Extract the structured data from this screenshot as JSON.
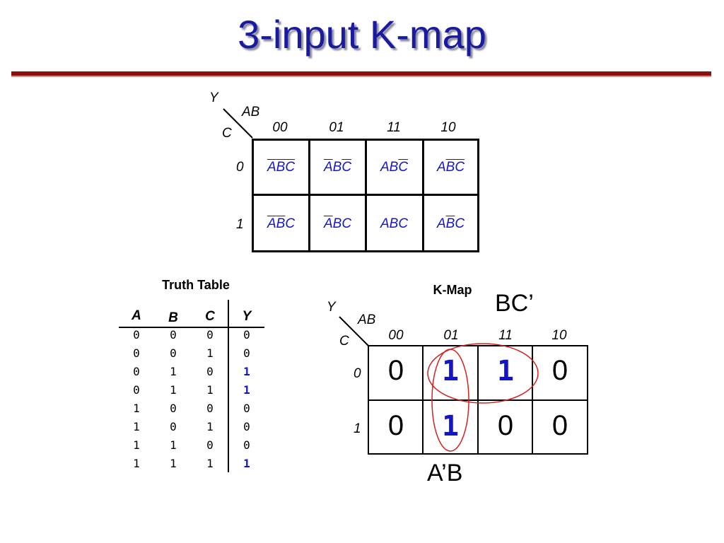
{
  "title": "3-input K-map",
  "kmap_expr": {
    "out_label": "Y",
    "row_var": "C",
    "col_var": "AB",
    "col_headers": [
      "00",
      "01",
      "11",
      "10"
    ],
    "row_headers": [
      "0",
      "1"
    ],
    "cells": [
      [
        {
          "a": "A",
          "b": "B",
          "c": "C",
          "na": true,
          "nb": true,
          "nc": true
        },
        {
          "a": "A",
          "b": "B",
          "c": "C",
          "na": true,
          "nb": false,
          "nc": true
        },
        {
          "a": "A",
          "b": "B",
          "c": "C",
          "na": false,
          "nb": false,
          "nc": true
        },
        {
          "a": "A",
          "b": "B",
          "c": "C",
          "na": false,
          "nb": true,
          "nc": true
        }
      ],
      [
        {
          "a": "A",
          "b": "B",
          "c": "C",
          "na": true,
          "nb": true,
          "nc": false
        },
        {
          "a": "A",
          "b": "B",
          "c": "C",
          "na": true,
          "nb": false,
          "nc": false
        },
        {
          "a": "A",
          "b": "B",
          "c": "C",
          "na": false,
          "nb": false,
          "nc": false
        },
        {
          "a": "A",
          "b": "B",
          "c": "C",
          "na": false,
          "nb": true,
          "nc": false
        }
      ]
    ]
  },
  "truth_table": {
    "title": "Truth Table",
    "headers": [
      "A",
      "B",
      "C",
      "Y"
    ],
    "rows": [
      [
        "0",
        "0",
        "0",
        "0"
      ],
      [
        "0",
        "0",
        "1",
        "0"
      ],
      [
        "0",
        "1",
        "0",
        "1"
      ],
      [
        "0",
        "1",
        "1",
        "1"
      ],
      [
        "1",
        "0",
        "0",
        "0"
      ],
      [
        "1",
        "0",
        "1",
        "0"
      ],
      [
        "1",
        "1",
        "0",
        "0"
      ],
      [
        "1",
        "1",
        "1",
        "1"
      ]
    ]
  },
  "kmap_values": {
    "title": "K-Map",
    "out_label": "Y",
    "row_var": "C",
    "col_var": "AB",
    "col_headers": [
      "00",
      "01",
      "11",
      "10"
    ],
    "row_headers": [
      "0",
      "1"
    ],
    "values": [
      [
        "0",
        "1",
        "1",
        "0"
      ],
      [
        "0",
        "1",
        "0",
        "0"
      ]
    ],
    "group_labels": {
      "horizontal": "BC’",
      "vertical": "A’B"
    },
    "accent_color": "#1414c8",
    "circle_color": "#d42020"
  }
}
